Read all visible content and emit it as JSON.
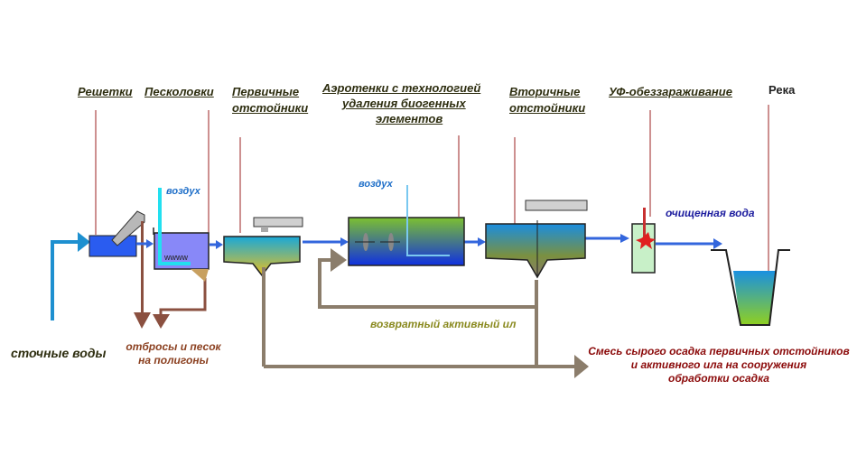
{
  "stages": {
    "screens": "Решетки",
    "sand_traps": "Песколовки",
    "primary_clarifiers_l1": "Первичные",
    "primary_clarifiers_l2": "отстойники",
    "aeration_l1": "Аэротенки с технологией",
    "aeration_l2": "удаления биогенных",
    "aeration_l3": "элементов",
    "secondary_clarifiers_l1": "Вторичные",
    "secondary_clarifiers_l2": "отстойники",
    "uv_disinfection": "УФ-обеззараживание",
    "river": "Река"
  },
  "labels": {
    "air_1": "воздух",
    "air_2": "воздух",
    "treated_water": "очищенная вода",
    "wastewater": "сточные воды",
    "waste_l1": "отбросы и песок",
    "waste_l2": "на полигоны",
    "return_sludge": "возвратный активный ил",
    "sludge_mix_l1": "Смесь сырого осадка первичных  отстойников",
    "sludge_mix_l2": "и активного ила на сооружения",
    "sludge_mix_l3": "обработки осадка"
  },
  "colors": {
    "heading": "#2e2e10",
    "flow_arrow": "#3366dd",
    "inlet": "#1e90d0",
    "sludge_line": "#8b7d6b",
    "waste_line": "#8b5040",
    "leader_line": "#9b2020",
    "air": "#22e0f0",
    "return_label": "#8a8a20",
    "mix_label": "#8b0a0a"
  }
}
